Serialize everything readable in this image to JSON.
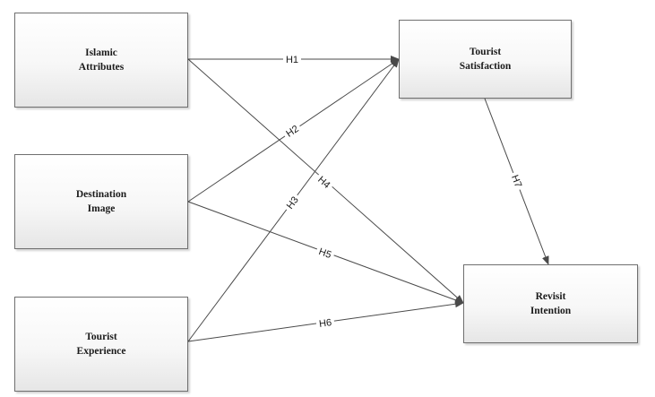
{
  "nodes": {
    "islamic_attributes": {
      "label": "Islamic\nAttributes"
    },
    "destination_image": {
      "label": "Destination\nImage"
    },
    "tourist_experience": {
      "label": "Tourist\nExperience"
    },
    "tourist_satisfaction": {
      "label": "Tourist\nSatisfaction"
    },
    "revisit_intention": {
      "label": "Revisit\nIntention"
    }
  },
  "edges": [
    {
      "id": "h1",
      "from": "Islamic Attributes",
      "to": "Tourist Satisfaction",
      "label": "H1"
    },
    {
      "id": "h2",
      "from": "Destination Image",
      "to": "Tourist Satisfaction",
      "label": "H2"
    },
    {
      "id": "h3",
      "from": "Tourist Experience",
      "to": "Tourist Satisfaction",
      "label": "H3"
    },
    {
      "id": "h4",
      "from": "Islamic Attributes",
      "to": "Revisit Intention",
      "label": "H4"
    },
    {
      "id": "h5",
      "from": "Destination Image",
      "to": "Revisit Intention",
      "label": "H5"
    },
    {
      "id": "h6",
      "from": "Tourist Experience",
      "to": "Revisit Intention",
      "label": "H6"
    },
    {
      "id": "h7",
      "from": "Tourist Satisfaction",
      "to": "Revisit Intention",
      "label": "H7"
    }
  ],
  "colors": {
    "line": "#4a4a4a",
    "box_border": "#6f6f6f"
  }
}
